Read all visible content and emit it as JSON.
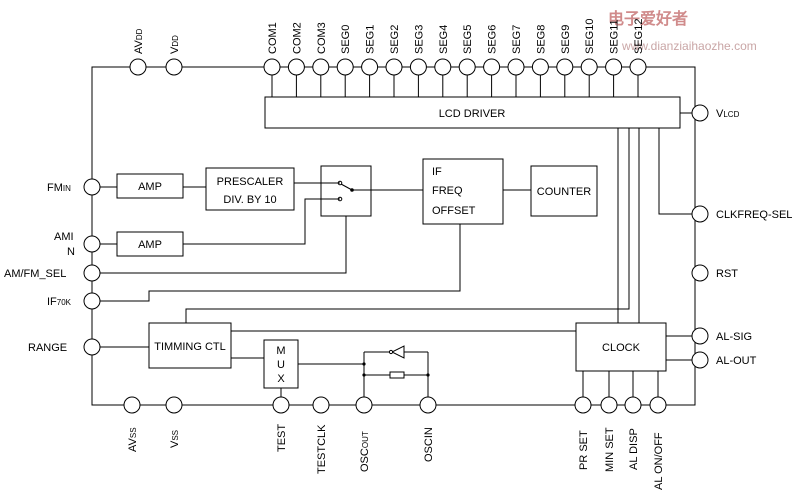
{
  "watermark": {
    "cn": "电子爱好者",
    "url": "www.dianziaihaozhe.com"
  },
  "top_pins": {
    "avdd": {
      "main": "AV",
      "sub": "DD"
    },
    "vdd": {
      "main": "V",
      "sub": "DD"
    },
    "segs": [
      "COM1",
      "COM2",
      "COM3",
      "SEG0",
      "SEG1",
      "SEG2",
      "SEG3",
      "SEG4",
      "SEG5",
      "SEG6",
      "SEG7",
      "SEG8",
      "SEG9",
      "SEG10",
      "SEG11",
      "SEG12"
    ]
  },
  "left_pins": {
    "fmin": {
      "main": "FM",
      "sub": "IN"
    },
    "amin": {
      "line1": "AMI",
      "line2": "N"
    },
    "amfm_sel": "AM/FM_SEL",
    "if70k": {
      "main": "IF",
      "sub": "70K"
    },
    "range": "RANGE"
  },
  "right_pins": {
    "vlcd": {
      "main": "V",
      "sub": "LCD"
    },
    "clkfreq_sel": "CLKFREQ-SEL",
    "rst": "RST",
    "al_sig": "AL-SIG",
    "al_out": "AL-OUT"
  },
  "bottom_pins": {
    "avss": {
      "main": "AV",
      "sub": "SS"
    },
    "vss": {
      "main": "V",
      "sub": "SS"
    },
    "test": "TEST",
    "testclk": "TESTCLK",
    "oscout": {
      "main": "OSC",
      "sub": "OUT"
    },
    "oscin": "OSCIN",
    "pr_set": "PR SET",
    "min_set": "MIN SET",
    "al_disp": "AL DISP",
    "al_onoff": "AL ON/OFF"
  },
  "blocks": {
    "lcd_driver": "LCD DRIVER",
    "amp_fm": "AMP",
    "amp_am": "AMP",
    "prescaler_line1": "PRESCALER",
    "prescaler_line2": "DIV. BY 10",
    "if_line1": "IF",
    "if_line2": "FREQ",
    "if_line3": "OFFSET",
    "counter": "COUNTER",
    "timming": "TIMMING CTL",
    "mux": [
      "M",
      "U",
      "X"
    ],
    "clock": "CLOCK"
  }
}
